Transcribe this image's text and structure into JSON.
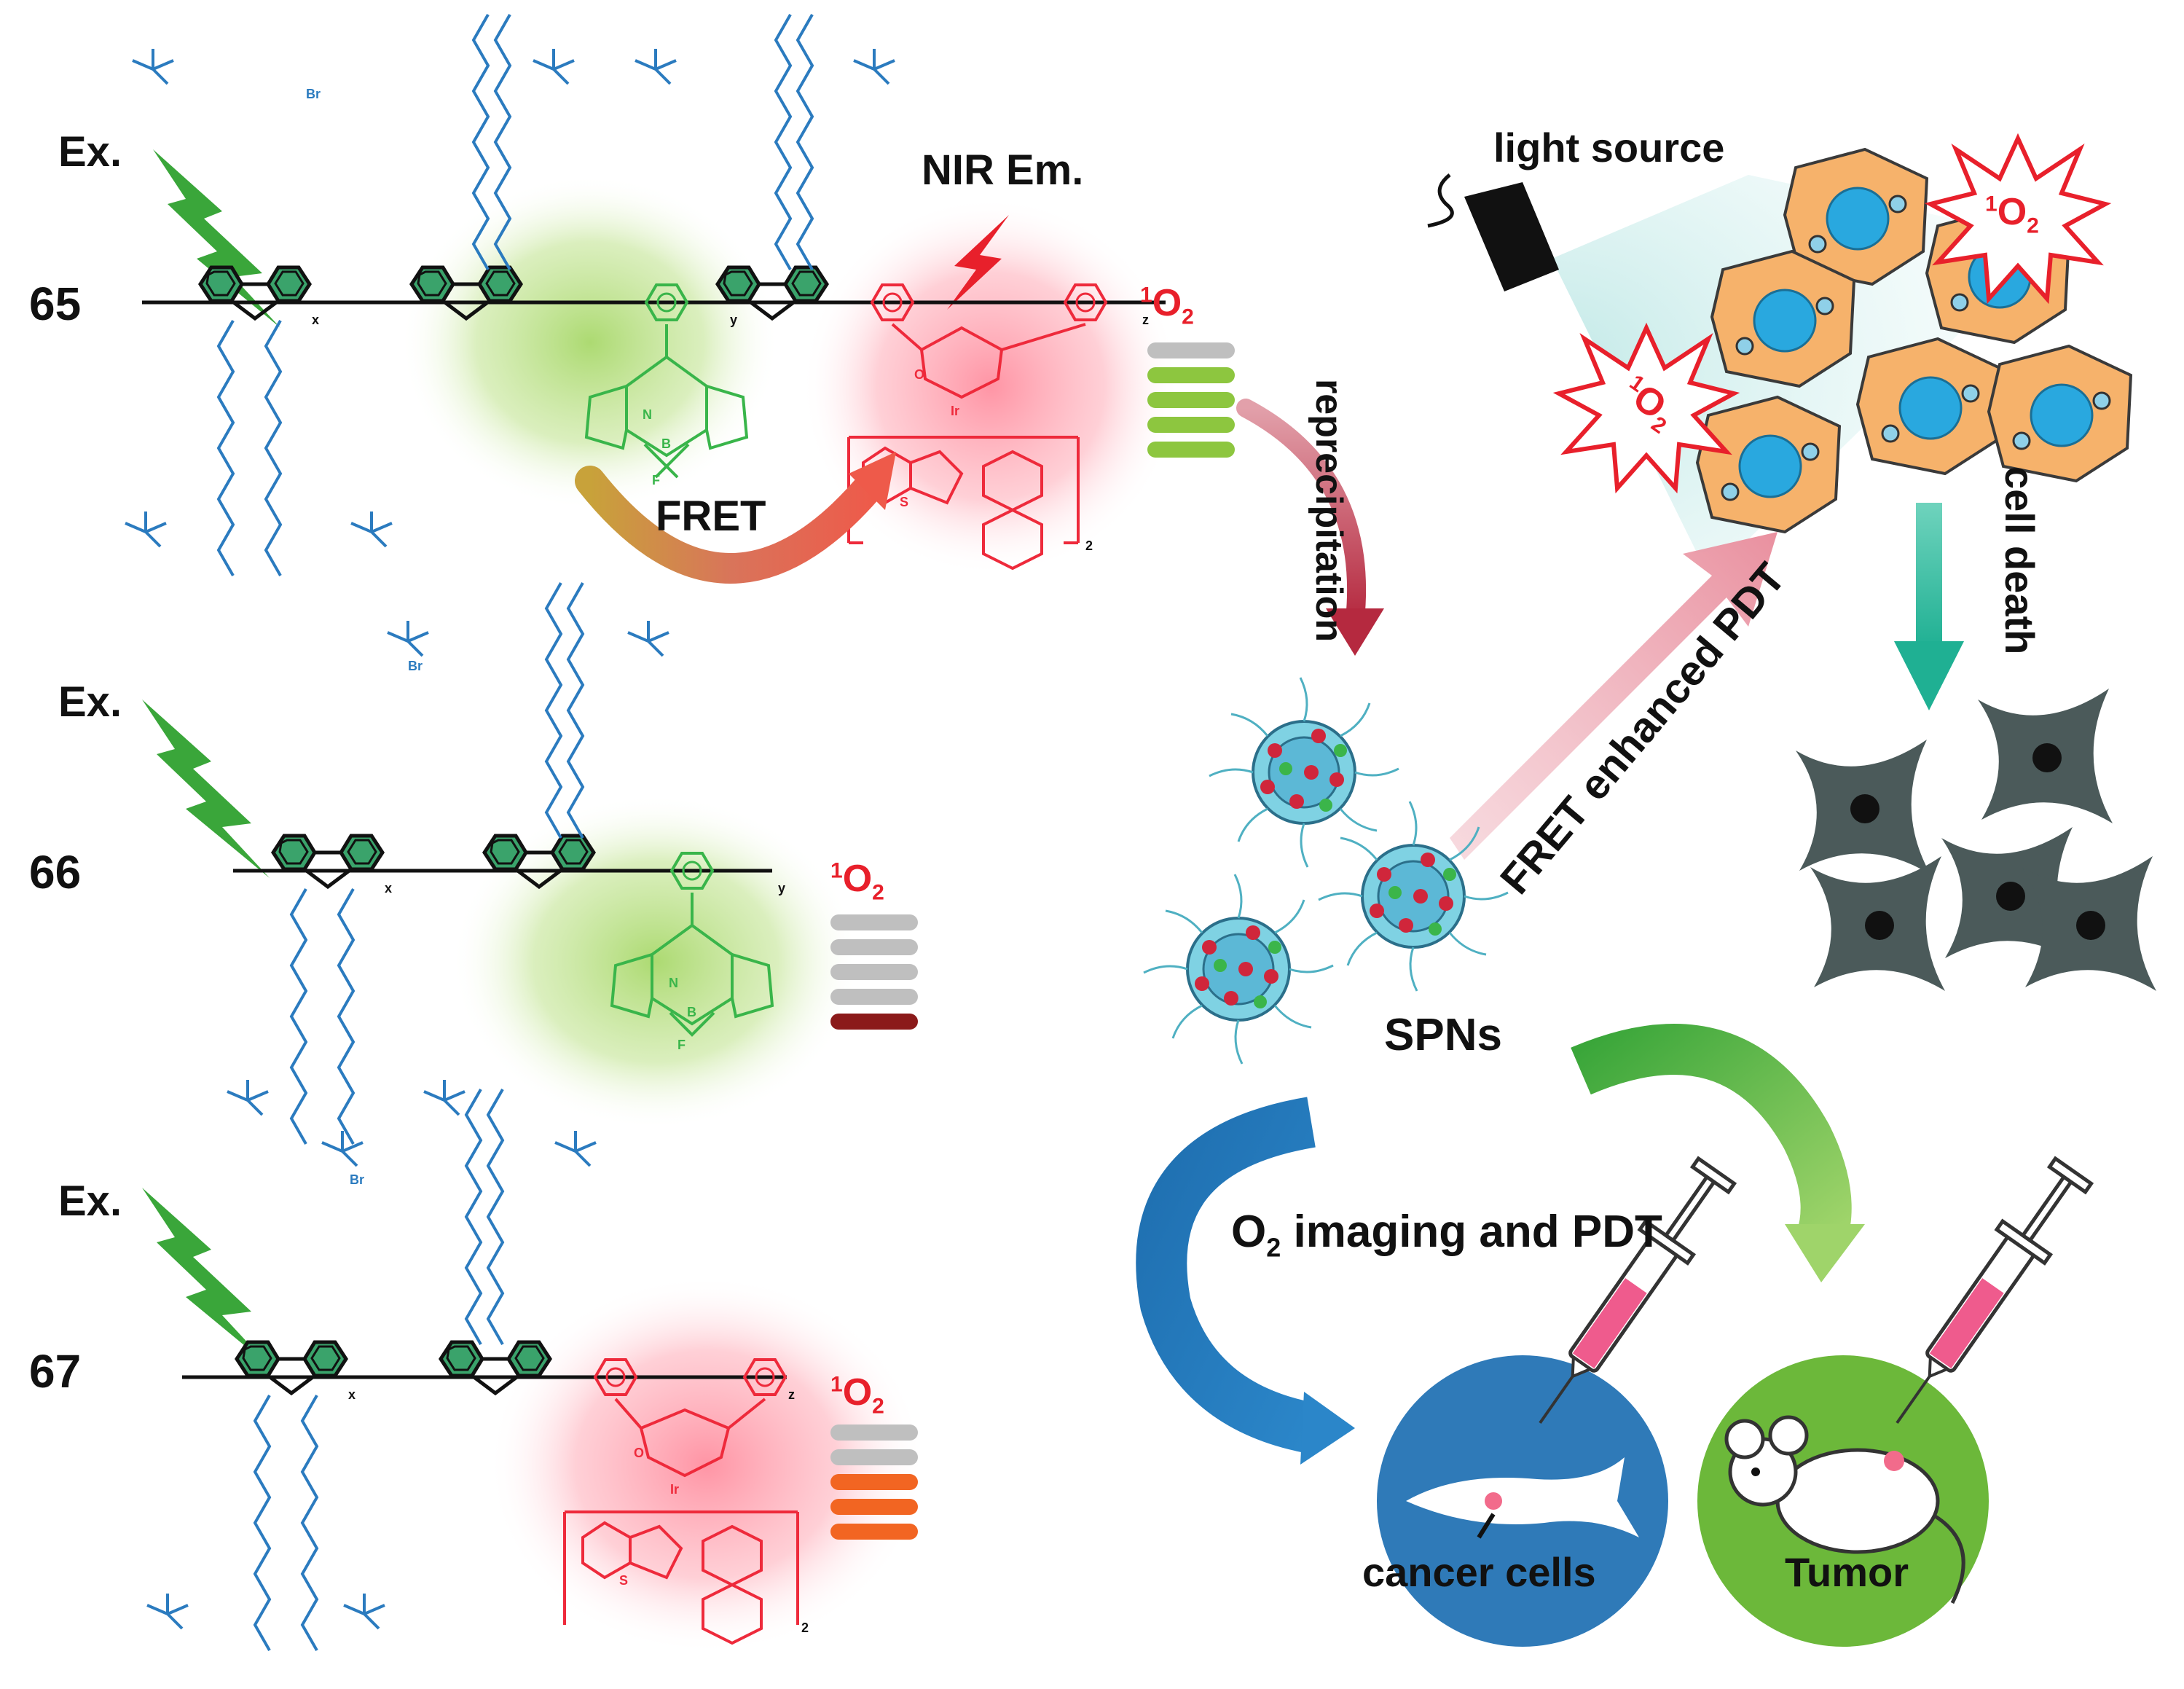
{
  "compounds": [
    {
      "id": "65",
      "ex": "Ex.",
      "em": "NIR Em.",
      "fret": "FRET",
      "so": {
        "pre": "1",
        "base": "O",
        "sub": "2"
      },
      "subs": [
        "x",
        "y",
        "z",
        "2"
      ],
      "bars": [
        "#bfbfbf",
        "#8dc63f",
        "#8dc63f",
        "#8dc63f",
        "#8dc63f"
      ]
    },
    {
      "id": "66",
      "ex": "Ex.",
      "so": {
        "pre": "1",
        "base": "O",
        "sub": "2"
      },
      "subs": [
        "x",
        "y"
      ],
      "bars": [
        "#bfbfbf",
        "#bfbfbf",
        "#bfbfbf",
        "#bfbfbf",
        "#8b1a1a"
      ]
    },
    {
      "id": "67",
      "ex": "Ex.",
      "so": {
        "pre": "1",
        "base": "O",
        "sub": "2"
      },
      "subs": [
        "x",
        "z",
        "2"
      ],
      "bars": [
        "#bfbfbf",
        "#bfbfbf",
        "#f26522",
        "#f26522",
        "#f26522"
      ]
    }
  ],
  "atoms": {
    "nitrogen": "N",
    "boron": "B",
    "fluorine": "F",
    "iridium": "Ir",
    "sulfur": "S",
    "oxygen": "O",
    "bromide": "Br"
  },
  "labels": {
    "reprecipitation": "reprecipitation",
    "light_source": "light source",
    "singlet_oxygen": {
      "pre": "1",
      "base": "O",
      "sub": "2"
    },
    "cell_death": "cell death",
    "fret_pdt": "FRET enhanced PDT",
    "spns": "SPNs",
    "o2_imaging": {
      "base": "O",
      "sub": "2",
      "rest": " imaging and PDT"
    },
    "cancer_cells": "cancer cells",
    "tumor": "Tumor"
  },
  "colors": {
    "green_glow": "#a8d86a",
    "red_glow": "#ff8fa0",
    "polymer_green": "#3aa36b",
    "bodipy_green": "#39b54a",
    "ir_red": "#ee2a3b",
    "chain_blue": "#2b7bbf",
    "arrow_green": "#3aa63a",
    "cell_orange": "#f6b26b",
    "nucleus_blue": "#29a8df",
    "dead_cell": "#4b5a5a",
    "zebrafish_bg": "#2f7ab8",
    "mouse_bg": "#6cb83a",
    "arrow_blue": "#1f6fb0",
    "arrow_pink": "#e9a0aa",
    "arrow_teal": "#28b89a",
    "arrow_crimson": "#b5293f"
  },
  "icons": [
    "lightning-icon",
    "lamp-icon",
    "syringe-icon",
    "zebrafish-icon",
    "mouse-icon",
    "nanoparticle-icon",
    "cell-icon"
  ]
}
